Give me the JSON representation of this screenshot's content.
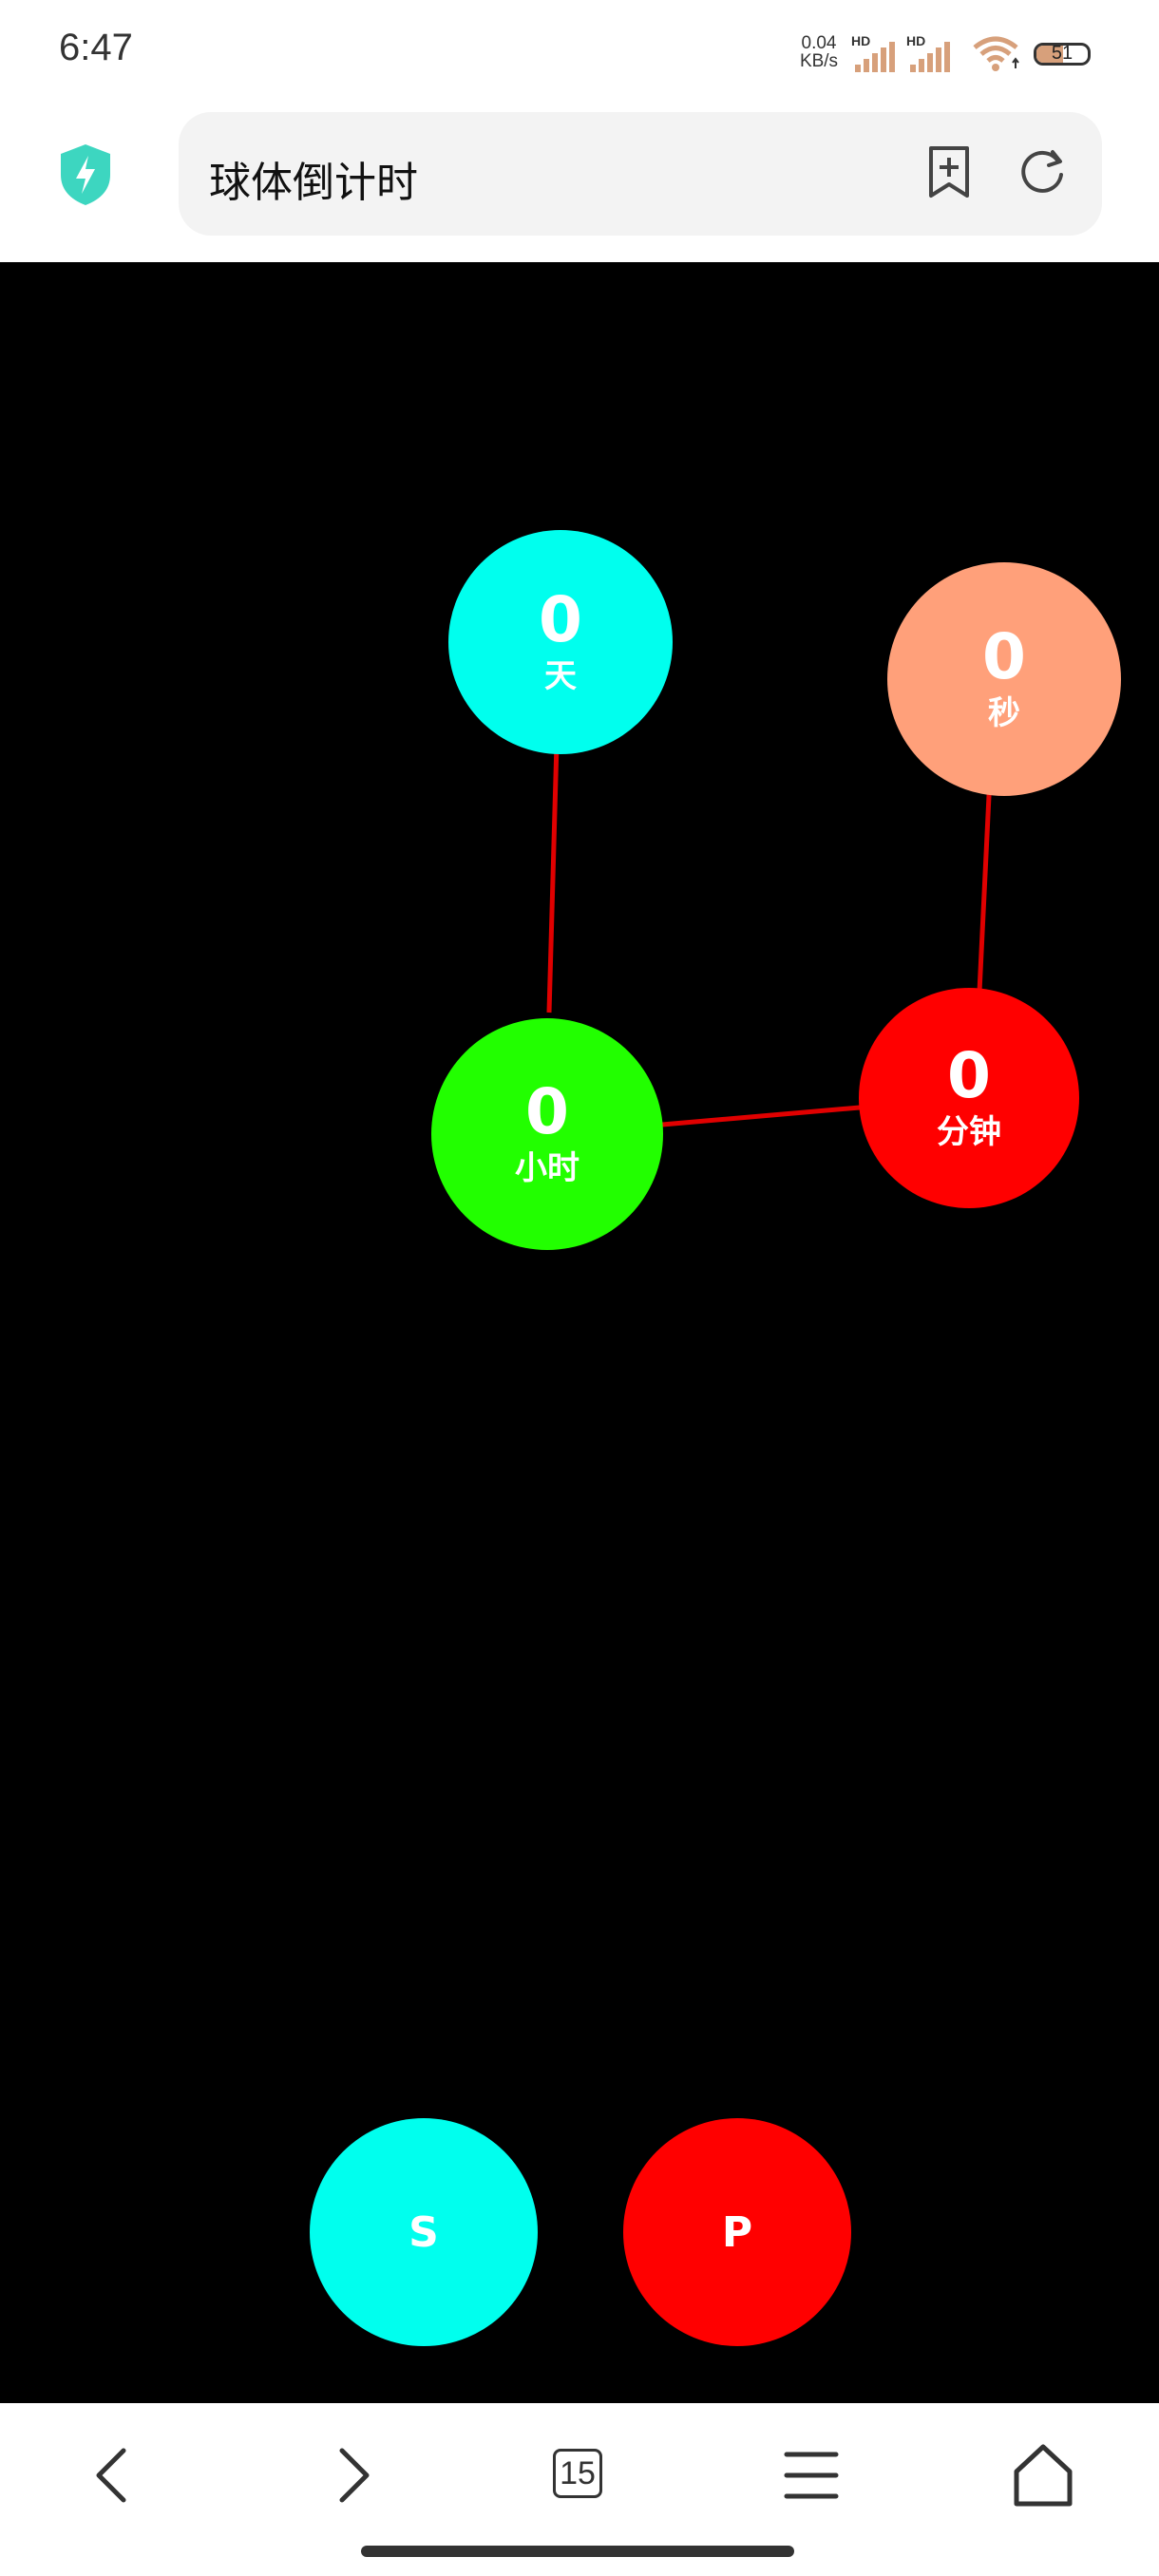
{
  "status_bar": {
    "time": "6:47",
    "net_speed_value": "0.04",
    "net_speed_unit": "KB/s",
    "battery_level": "51",
    "icons": [
      "hd-signal-icon",
      "hd-signal-icon",
      "wifi-icon",
      "battery-icon"
    ]
  },
  "browser": {
    "title": "球体倒计时",
    "icons": [
      "shield-icon",
      "add-bookmark-icon",
      "reload-icon"
    ]
  },
  "countdown": {
    "days": {
      "value": "0",
      "unit": "天",
      "color": "#00FFEE"
    },
    "seconds": {
      "value": "0",
      "unit": "秒",
      "color": "#FFA07A"
    },
    "hours": {
      "value": "0",
      "unit": "小时",
      "color": "#22FF00"
    },
    "minutes": {
      "value": "0",
      "unit": "分钟",
      "color": "#FF0000"
    },
    "link_color": "#E00000"
  },
  "controls": {
    "start_label": "S",
    "start_color": "#00FFEE",
    "pause_label": "P",
    "pause_color": "#FF0000"
  },
  "nav_bar": {
    "tab_count": "15",
    "icons": [
      "back-icon",
      "forward-icon",
      "tabs-icon",
      "menu-icon",
      "home-icon"
    ]
  },
  "colors": {
    "stage_background": "#000000",
    "shield_accent": "#3dd6c0"
  }
}
